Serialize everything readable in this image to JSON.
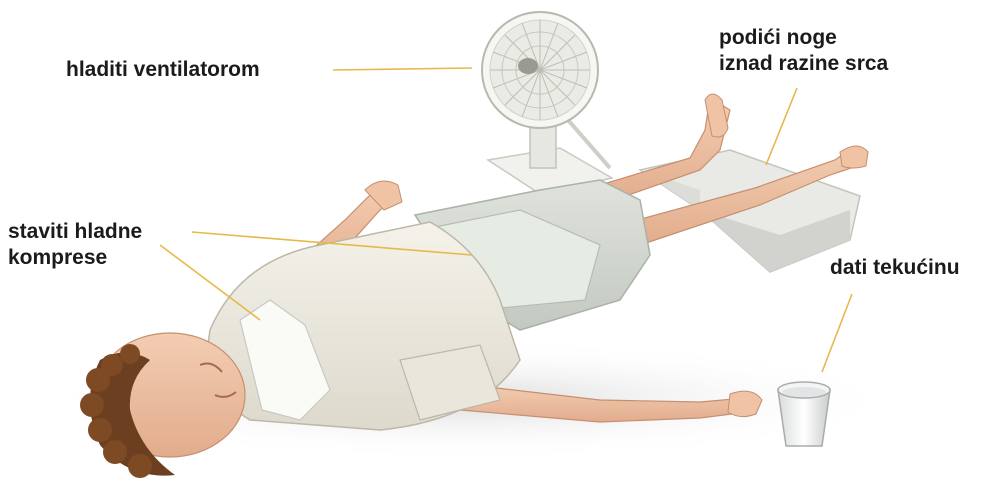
{
  "labels": {
    "fan": "hladiti ventilatorom",
    "legs_line1": "podići noge",
    "legs_line2": "iznad razine srca",
    "compress_line1": "staviti hladne",
    "compress_line2": "komprese",
    "fluids": "dati tekućinu"
  },
  "colors": {
    "leader_line": "#E8B84A",
    "label_text": "#1B1B1B",
    "clothing": "#EDEBE2",
    "skin": "#EEC3A6",
    "hair": "#6B3F1F"
  },
  "icons": [
    "fan-icon",
    "leg-support-cushion-icon",
    "cup-icon",
    "person-illustration"
  ]
}
